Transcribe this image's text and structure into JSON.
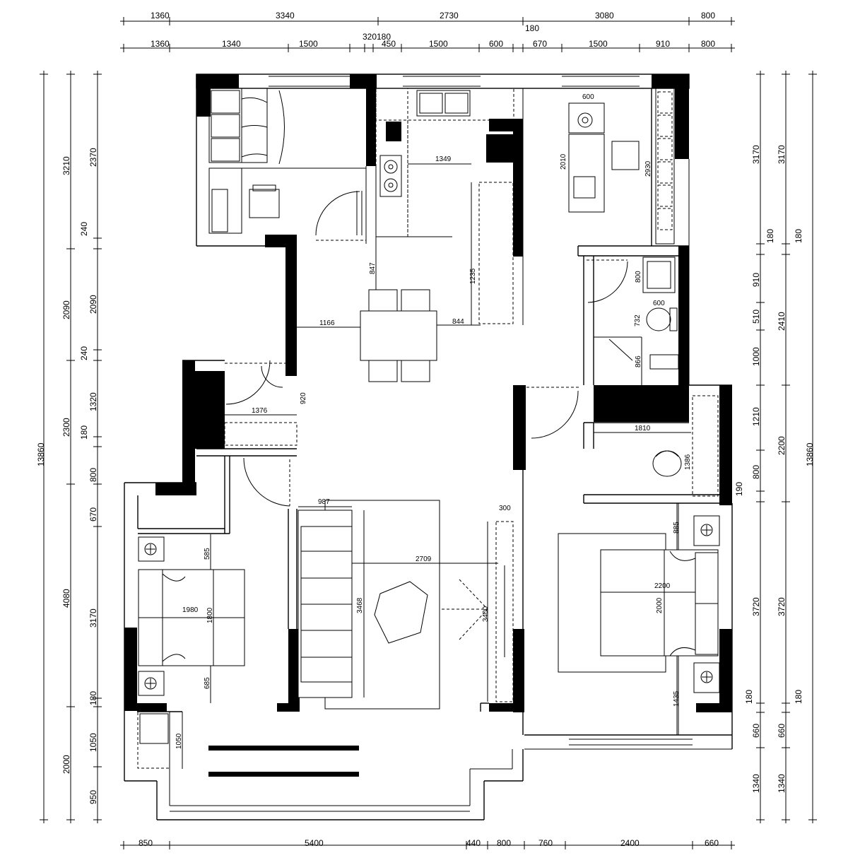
{
  "dimensions": {
    "top_outer": [
      "1360",
      "3340",
      "2730",
      "3080",
      "800"
    ],
    "top_inner": [
      "1360",
      "1340",
      "1500",
      "320",
      "180",
      "450",
      "1500",
      "600",
      "180",
      "670",
      "1500",
      "910",
      "800"
    ],
    "bottom": [
      "850",
      "5400",
      "440",
      "800",
      "760",
      "2400",
      "660"
    ],
    "left_outer": [
      "13860"
    ],
    "left_mid": [
      "3210",
      "2090",
      "2300",
      "4080",
      "2000"
    ],
    "left_inner": [
      "2370",
      "240",
      "2090",
      "240",
      "1320",
      "180",
      "800",
      "670",
      "3170",
      "180",
      "1050",
      "950"
    ],
    "right_inner": [
      "3170",
      "180",
      "910",
      "510",
      "1000",
      "1210",
      "800",
      "190",
      "3720",
      "180",
      "660",
      "1340"
    ],
    "right_mid": [
      "3170",
      "180",
      "2410",
      "2200",
      "3720",
      "180",
      "660",
      "1340"
    ],
    "right_outer": [
      "13860"
    ]
  },
  "room_labels": {
    "kitchen_width": "1349",
    "kitchen_depth": "1235",
    "dining_gap": "847",
    "dining_left": "1166",
    "dining_right": "844",
    "study_top": "600",
    "study_desk": "2010",
    "study_depth": "2930",
    "bath_sink": "800",
    "bath_wc": "600",
    "bath_wc_depth": "732",
    "bath_shower": "866",
    "hall_width": "1376",
    "hall_depth": "920",
    "living_sofa": "987",
    "living_width": "2709",
    "living_rug": "3468",
    "tv_wall": "300",
    "tv_depth": "3400",
    "bed2_width": "1980",
    "bed2_depth": "1800",
    "bed2_top": "585",
    "bed2_bottom": "685",
    "balcony_cab": "1050",
    "master_closet": "1810",
    "master_chair": "1386",
    "master_bed_w": "2200",
    "master_bed_d": "2000",
    "master_top": "885",
    "master_bottom": "1435"
  }
}
